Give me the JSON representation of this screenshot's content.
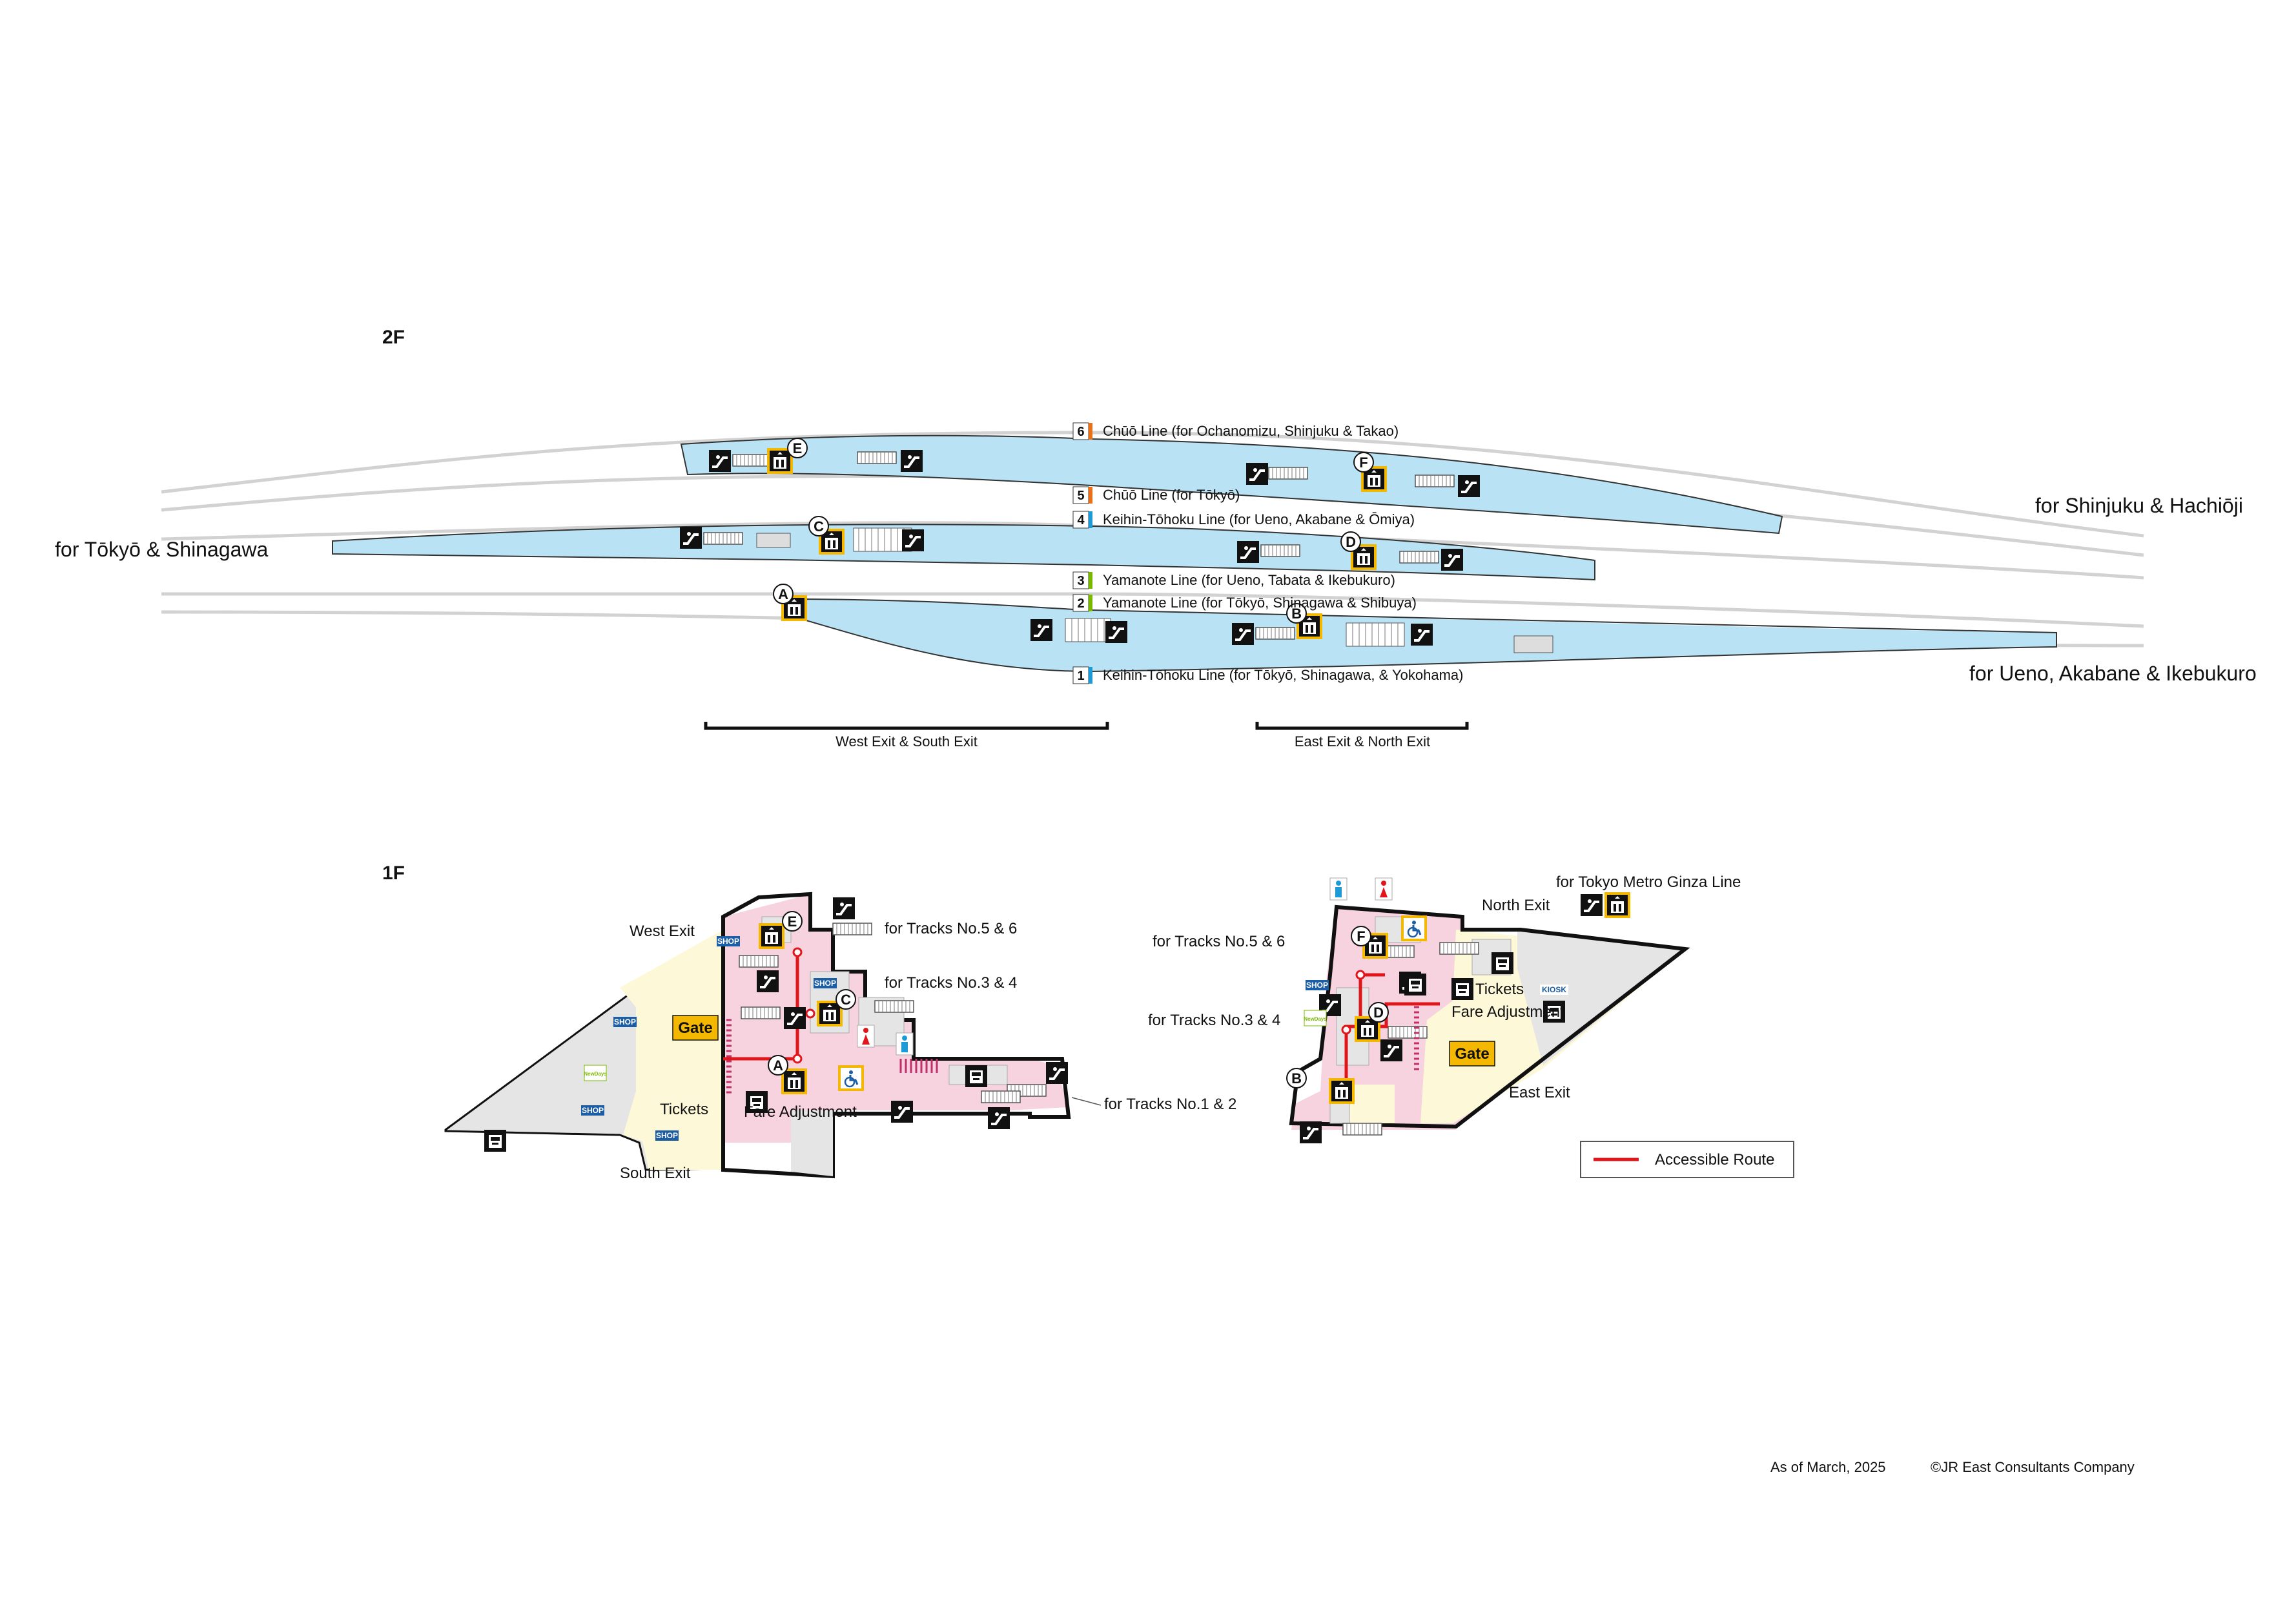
{
  "floors": {
    "upper": "2F",
    "lower": "1F"
  },
  "directions": {
    "left": "for Tōkyō & Shinagawa",
    "right_upper": "for Shinjuku & Hachiōji",
    "right_lower": "for Ueno, Akabane & Ikebukuro"
  },
  "tracks": [
    {
      "num": "6",
      "label": "Chūō Line (for Ochanomizu, Shinjuku & Takao)",
      "color": "#e8701a"
    },
    {
      "num": "5",
      "label": "Chūō Line (for Tōkyō)",
      "color": "#e8701a"
    },
    {
      "num": "4",
      "label": "Keihin-Tōhoku Line (for Ueno, Akabane & Ōmiya)",
      "color": "#1e9bd7"
    },
    {
      "num": "3",
      "label": "Yamanote Line (for Ueno, Tabata & Ikebukuro)",
      "color": "#7ab800"
    },
    {
      "num": "2",
      "label": "Yamanote Line (for Tōkyō, Shinagawa & Shibuya)",
      "color": "#7ab800"
    },
    {
      "num": "1",
      "label": "Keihin-Tōhoku Line (for Tōkyō, Shinagawa, & Yokohama)",
      "color": "#1e9bd7"
    }
  ],
  "exit_groups": {
    "west": "West Exit & South Exit",
    "east": "East Exit & North Exit"
  },
  "elevator_letters": [
    "A",
    "B",
    "C",
    "D",
    "E",
    "F"
  ],
  "ground_floor": {
    "west": {
      "west_exit": "West Exit",
      "south_exit": "South Exit",
      "gate": "Gate",
      "tickets": "Tickets",
      "fare_adjustment": "Fare Adjustment",
      "to_tracks_56": "for Tracks No.5 & 6",
      "to_tracks_34": "for Tracks No.3 & 4",
      "to_tracks_12": "for Tracks No.1 & 2",
      "shop": "SHOP",
      "newdays": "NewDays"
    },
    "east": {
      "north_exit": "North Exit",
      "east_exit": "East Exit",
      "gate": "Gate",
      "tickets": "Tickets",
      "fare_adjustment": "Fare Adjustment",
      "to_tracks_56": "for Tracks No.5 & 6",
      "to_tracks_34": "for Tracks No.3 & 4",
      "metro": "for Tokyo Metro Ginza Line",
      "kiosk": "KIOSK",
      "shop": "SHOP",
      "newdays": "NewDays"
    }
  },
  "legend": {
    "accessible_route": "Accessible Route",
    "route_color": "#e0161b"
  },
  "footer": {
    "date": "As of March, 2025",
    "copyright": "©JR East Consultants Company"
  },
  "colors": {
    "platform": "#b9e3f5",
    "rail": "#d2d2d2",
    "concourse_pink": "#f7d2df",
    "concourse_cream": "#fdf8d8",
    "shop_grey": "#e5e5e5",
    "gate": "#f5b800",
    "shop_badge": "#1b5ea6",
    "elevator_border": "#f5b800"
  },
  "icons": [
    "escalator-icon",
    "stairs-icon",
    "elevator-icon",
    "wheelchair-icon",
    "toilet-men-icon",
    "toilet-women-icon",
    "ticket-machine-icon",
    "fare-adjust-icon"
  ]
}
